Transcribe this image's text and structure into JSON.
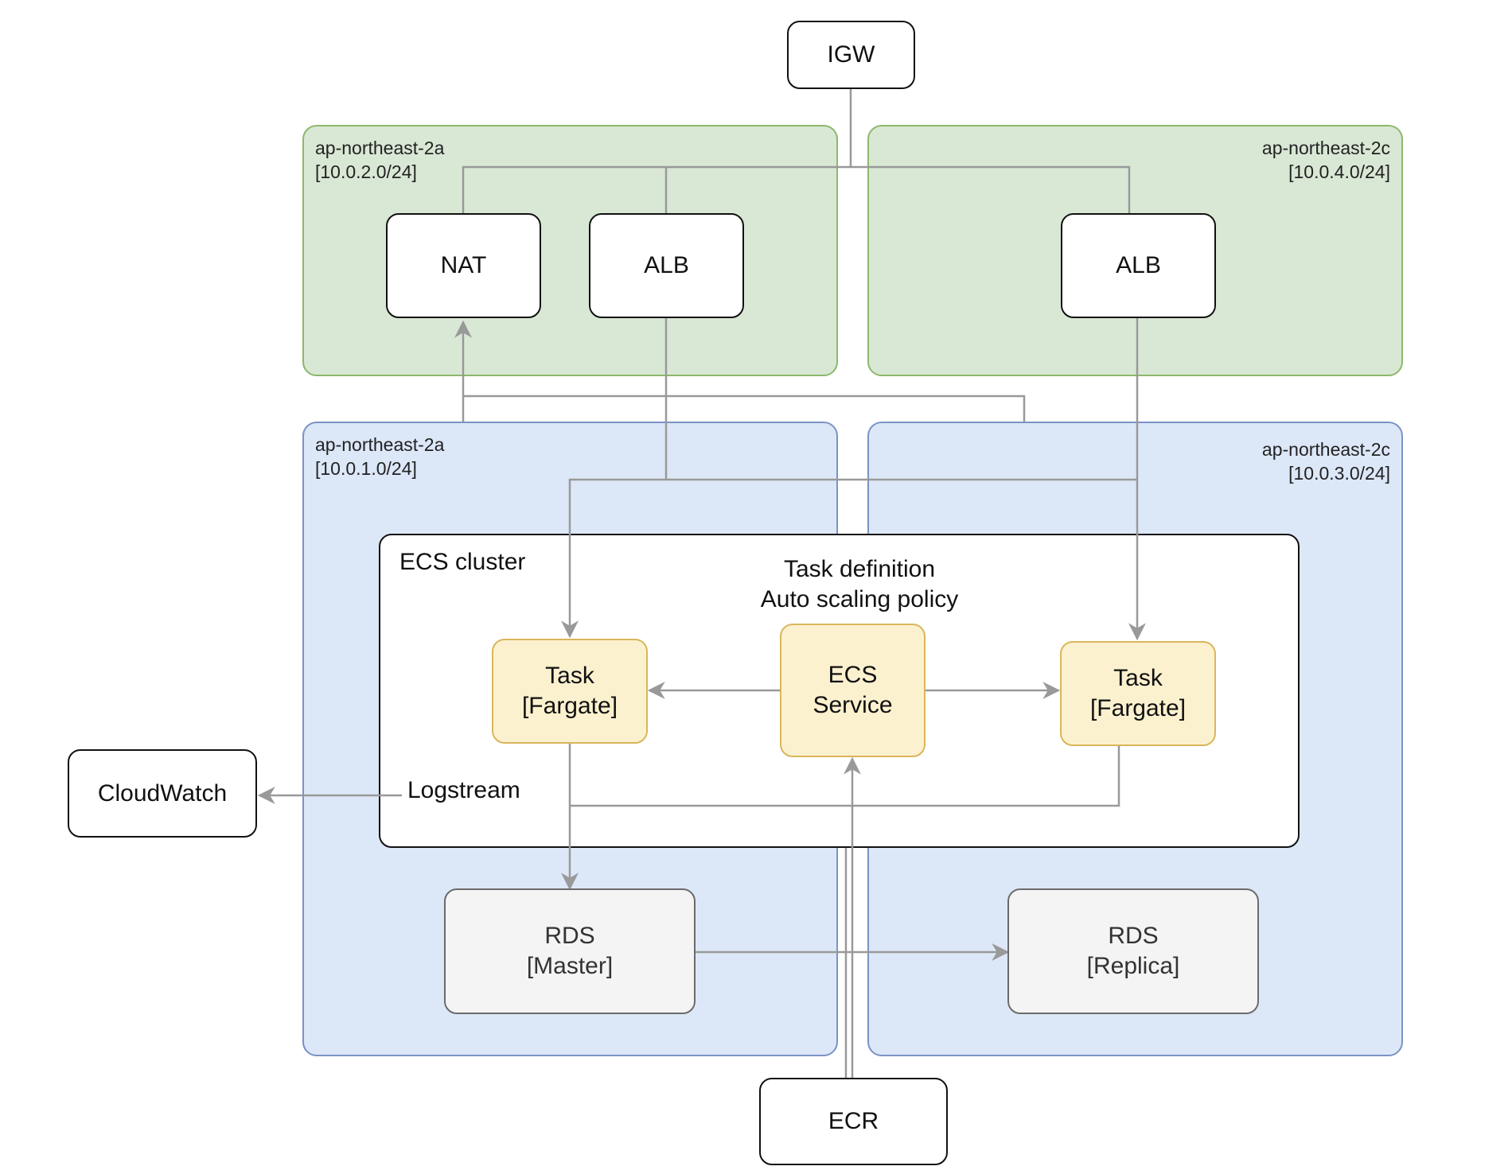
{
  "diagram": {
    "zones": {
      "public_a": {
        "name": "ap-northeast-2a",
        "cidr": "[10.0.2.0/24]"
      },
      "public_c": {
        "name": "ap-northeast-2c",
        "cidr": "[10.0.4.0/24]"
      },
      "private_a": {
        "name": "ap-northeast-2a",
        "cidr": "[10.0.1.0/24]"
      },
      "private_c": {
        "name": "ap-northeast-2c",
        "cidr": "[10.0.3.0/24]"
      }
    },
    "nodes": {
      "igw": "IGW",
      "nat": "NAT",
      "alb_a": "ALB",
      "alb_c": "ALB",
      "task_a": "Task\n[Fargate]",
      "ecs_service": "ECS\nService",
      "task_c": "Task\n[Fargate]",
      "cloudwatch": "CloudWatch",
      "rds_master": "RDS\n[Master]",
      "rds_replica": "RDS\n[Replica]",
      "ecr": "ECR"
    },
    "cluster": {
      "title": "ECS cluster",
      "subtitle_line1": "Task definition",
      "subtitle_line2": "Auto scaling policy"
    },
    "labels": {
      "logstream": "Logstream"
    },
    "colors": {
      "public_fill": "#d9e8d5",
      "public_border": "#8db86c",
      "private_fill": "#dce7f8",
      "private_border": "#7b93c5",
      "task_fill": "#fcf1cf",
      "task_border": "#d9b65a",
      "rds_fill": "#f4f4f4",
      "connector": "#999999"
    }
  }
}
